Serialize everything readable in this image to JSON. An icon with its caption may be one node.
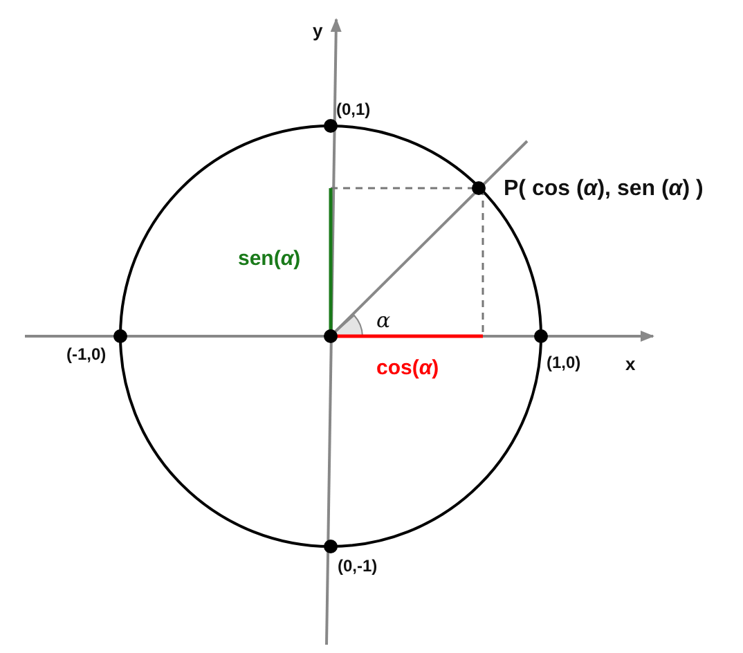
{
  "diagram": {
    "labels": [
      "y",
      "(0,1)",
      "P( cos (*α*), sen (*α*) )",
      "sen(*α*)",
      "α",
      "(-1,0)",
      "(1,0)",
      "x",
      "cos(*α*)",
      "(0,-1)"
    ]
  }
}
